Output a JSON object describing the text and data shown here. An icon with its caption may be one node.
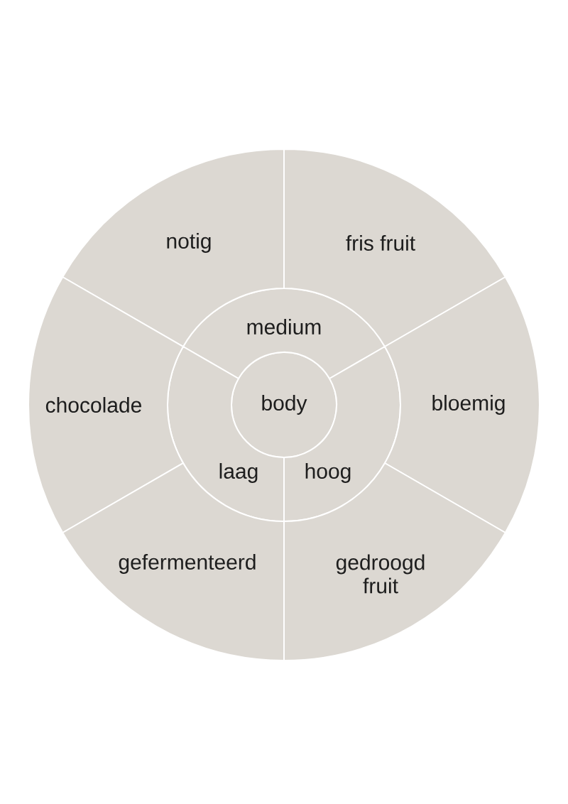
{
  "diagram": {
    "nodes": [
      {
        "text": [
          "body"
        ]
      },
      {
        "text": [
          "medium"
        ]
      },
      {
        "text": [
          "laag"
        ]
      },
      {
        "text": [
          "hoog"
        ]
      },
      {
        "text": [
          "notig"
        ]
      },
      {
        "text": [
          "fris fruit"
        ]
      },
      {
        "text": [
          "chocolade"
        ]
      },
      {
        "text": [
          "bloemig"
        ]
      },
      {
        "text": [
          "gefermenteerd"
        ]
      },
      {
        "text": [
          "gedroogd fruit"
        ]
      }
    ]
  }
}
